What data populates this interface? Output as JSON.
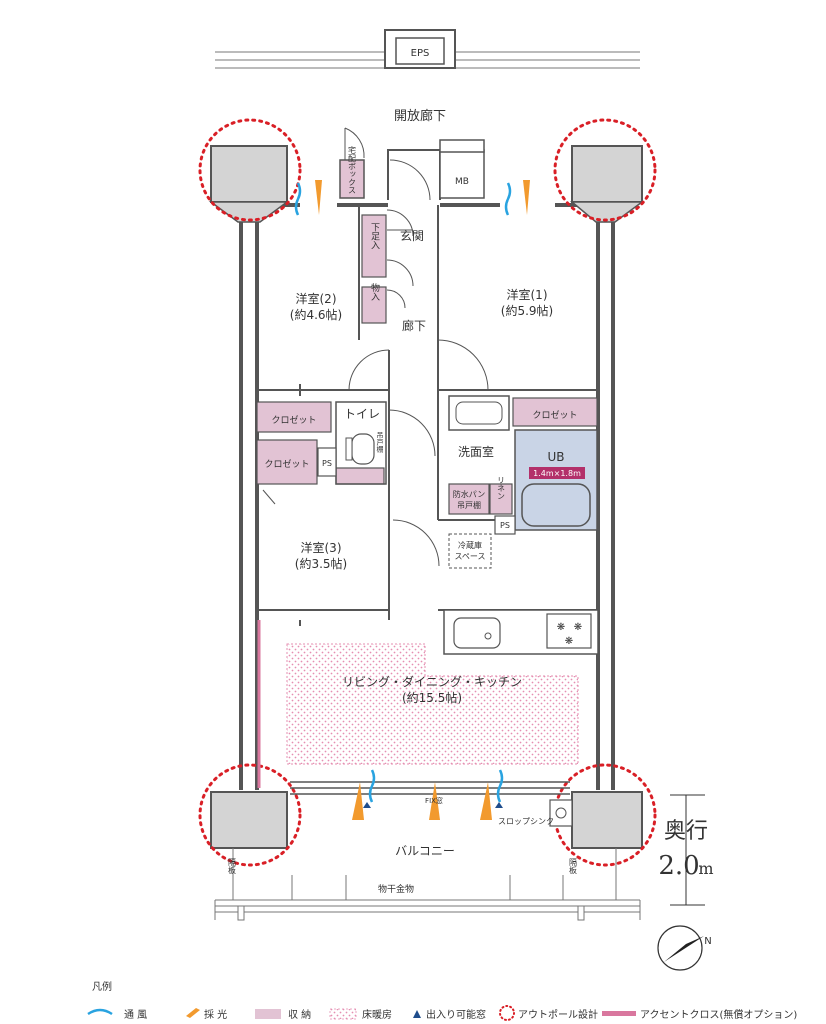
{
  "labels": {
    "eps": "EPS",
    "corridor": "開放廊下",
    "delivery_box": "宅配ボックス",
    "mb": "MB",
    "entrance": "玄関",
    "shoe_storage": "下足入",
    "storage": "物入",
    "hallway": "廊下",
    "room2_name": "洋室(2)",
    "room2_size": "(約4.6帖)",
    "room1_name": "洋室(1)",
    "room1_size": "(約5.9帖)",
    "closet": "クロゼット",
    "toilet": "トイレ",
    "hanging_shelf": "吊戸棚",
    "ps": "PS",
    "washroom": "洗面室",
    "ub": "UB",
    "ub_size": "1.4m×1.8m",
    "waterproof_pan": "防水パン",
    "linen": "リネン",
    "fridge": "冷蔵庫",
    "fridge_space": "スペース",
    "room3_name": "洋室(3)",
    "room3_size": "(約3.5帖)",
    "ldk_name": "リビング・ダイニング・キッチン",
    "ldk_size": "(約15.5帖)",
    "fix_window": "FIX窓",
    "slop_sink": "スロップシンク",
    "balcony": "バルコニー",
    "partition": "隔板",
    "drying_rack": "物干金物",
    "depth_label": "奥行",
    "depth_value": "2.0",
    "depth_unit": "m",
    "north": "N"
  },
  "legend": {
    "title": "凡例",
    "ventilation": "通 風",
    "lighting": "採 光",
    "storage": "収 納",
    "floor_heating": "床暖房",
    "accessible_window": "出入り可能窓",
    "outpole": "アウトポール設計",
    "accent_cloth": "アクセントクロス(無償オプション)"
  },
  "colors": {
    "wall": "#555555",
    "pillar": "#d4d4d4",
    "storage": "#e2c3d4",
    "floor_heating": "#e58fb2",
    "accent": "#d9779e",
    "outpole": "#d91f26",
    "light": "#f29a2e",
    "wind": "#29a3e0",
    "ub": "#c9d4e6",
    "ub_label": "#b3306a"
  }
}
